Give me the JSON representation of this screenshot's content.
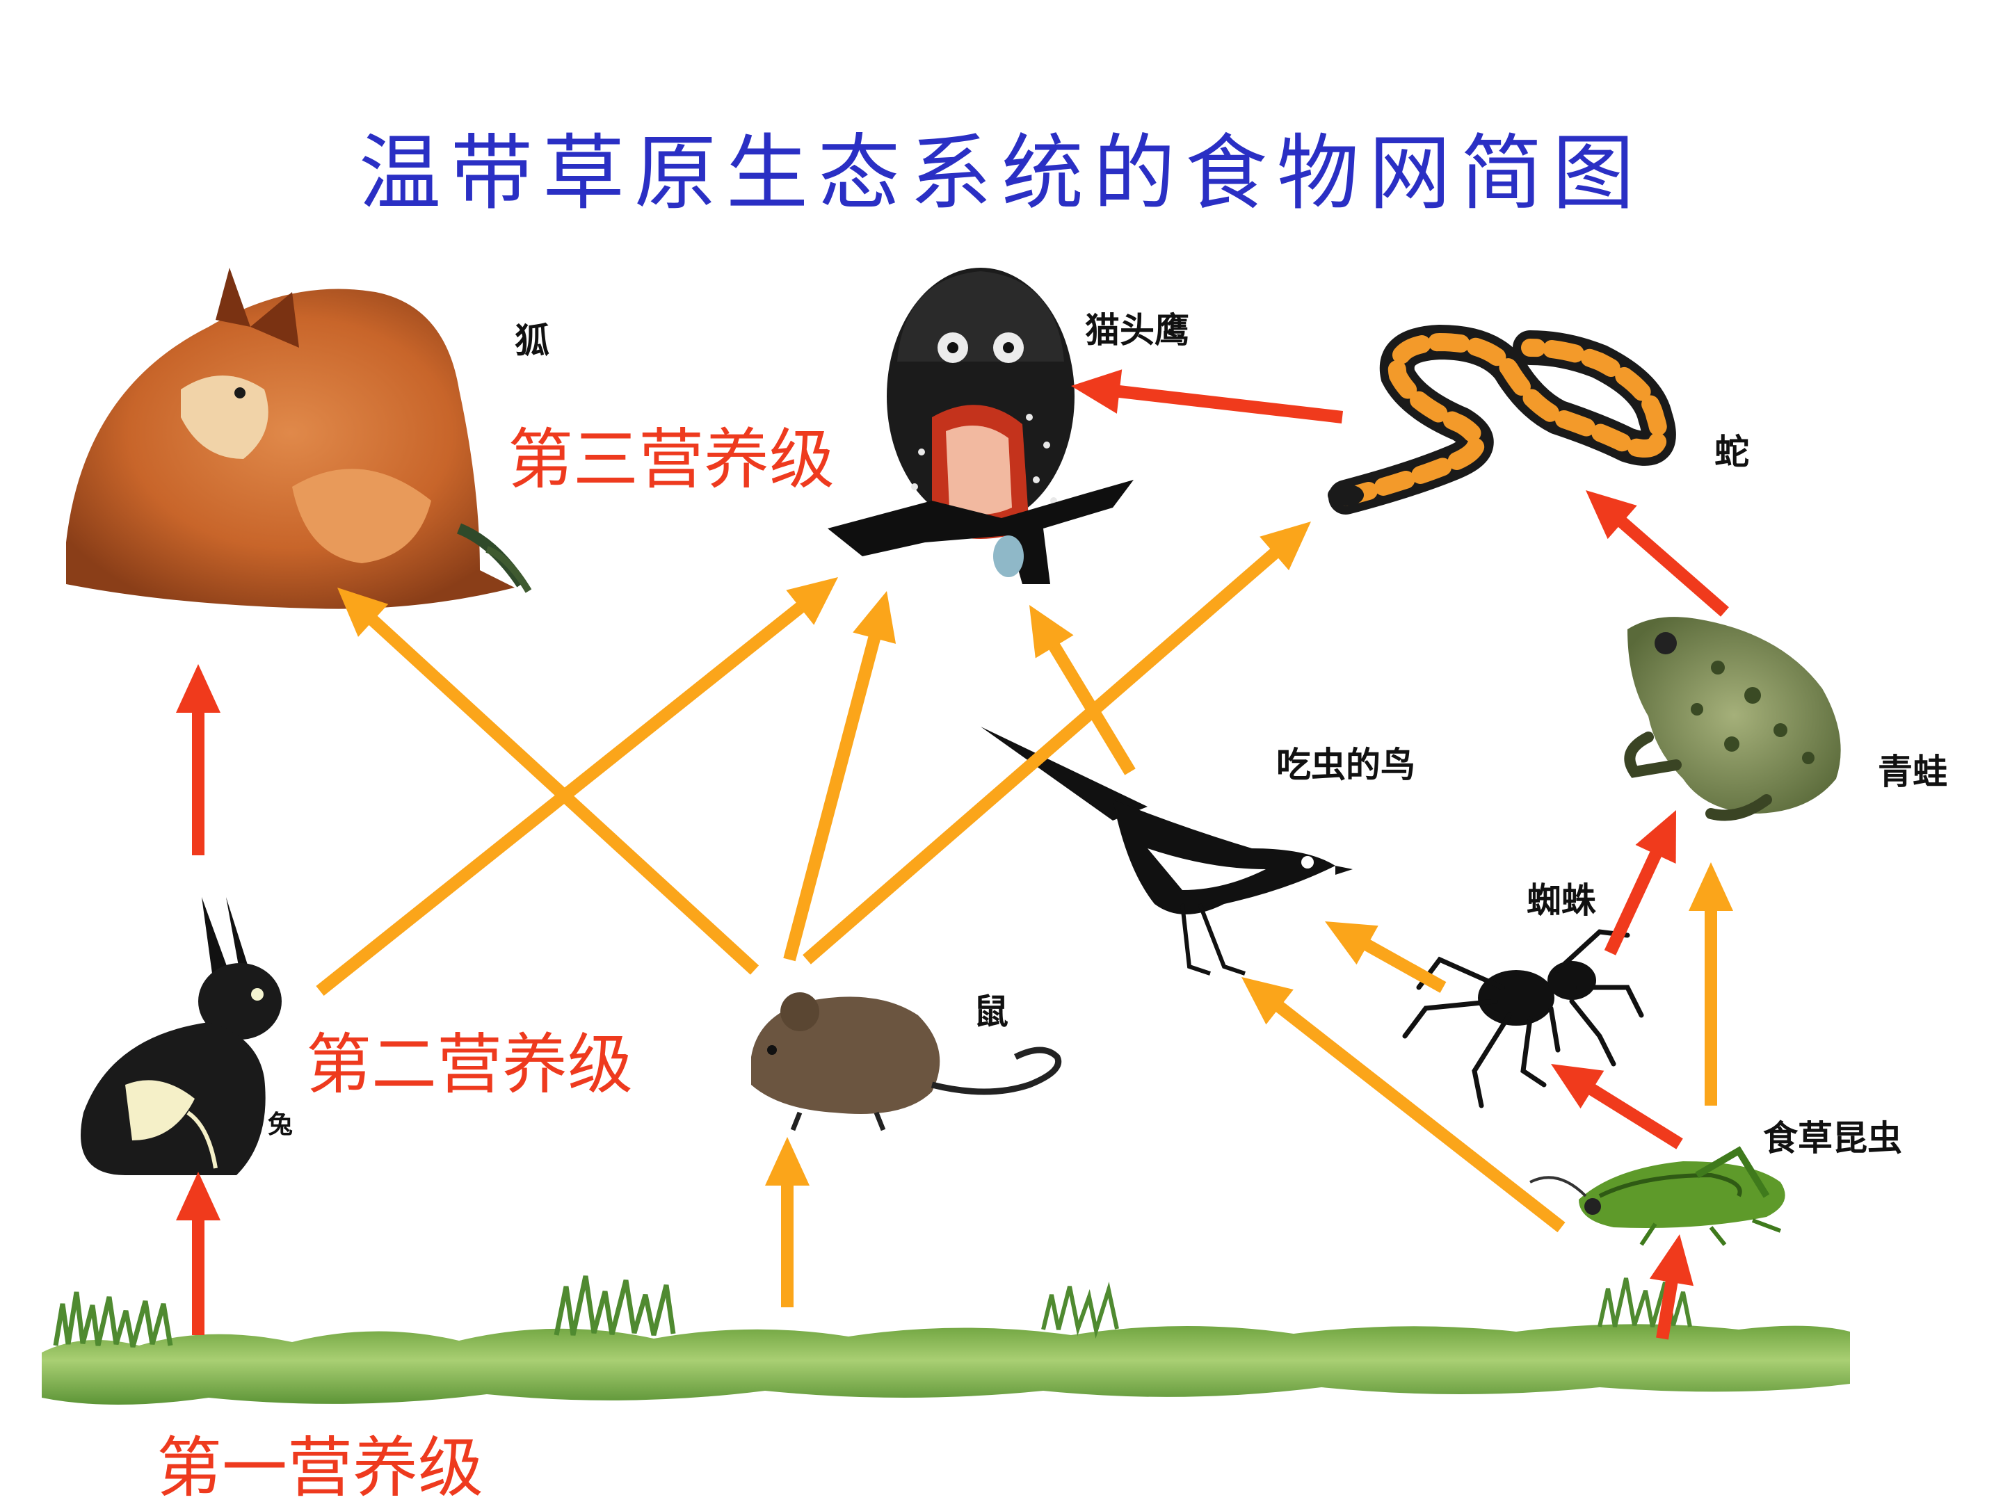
{
  "title": "温带草原生态系统的食物网简图",
  "trophic_levels": {
    "first": "第一营养级",
    "second": "第二营养级",
    "third": "第三营养级"
  },
  "organisms": {
    "fox": "狐",
    "owl": "猫头鹰",
    "snake": "蛇",
    "bird": "吃虫的鸟",
    "frog": "青蛙",
    "spider": "蜘蛛",
    "mouse": "鼠",
    "rabbit": "兔",
    "insect": "食草昆虫"
  },
  "colors": {
    "title": "#2a2fc4",
    "level_label": "#ee3a1e",
    "animal_label": "#111111",
    "arrow_red": "#f03a1c",
    "arrow_orange": "#fba51a",
    "grass_light": "#a6cc6e",
    "grass_dark": "#4f8a30"
  },
  "food_web": [
    {
      "from": "grass",
      "to": "rabbit",
      "color": "red"
    },
    {
      "from": "grass",
      "to": "mouse",
      "color": "orange"
    },
    {
      "from": "grass",
      "to": "insect",
      "color": "red"
    },
    {
      "from": "rabbit",
      "to": "fox",
      "color": "red"
    },
    {
      "from": "rabbit",
      "to": "owl",
      "color": "orange"
    },
    {
      "from": "mouse",
      "to": "fox",
      "color": "orange"
    },
    {
      "from": "mouse",
      "to": "owl",
      "color": "orange"
    },
    {
      "from": "mouse",
      "to": "snake",
      "color": "orange"
    },
    {
      "from": "snake",
      "to": "owl",
      "color": "red"
    },
    {
      "from": "bird",
      "to": "owl",
      "color": "orange"
    },
    {
      "from": "frog",
      "to": "snake",
      "color": "red"
    },
    {
      "from": "spider",
      "to": "frog",
      "color": "red"
    },
    {
      "from": "spider",
      "to": "bird",
      "color": "orange"
    },
    {
      "from": "insect",
      "to": "spider",
      "color": "red"
    },
    {
      "from": "insect",
      "to": "frog",
      "color": "orange"
    },
    {
      "from": "insect",
      "to": "bird",
      "color": "orange"
    }
  ]
}
